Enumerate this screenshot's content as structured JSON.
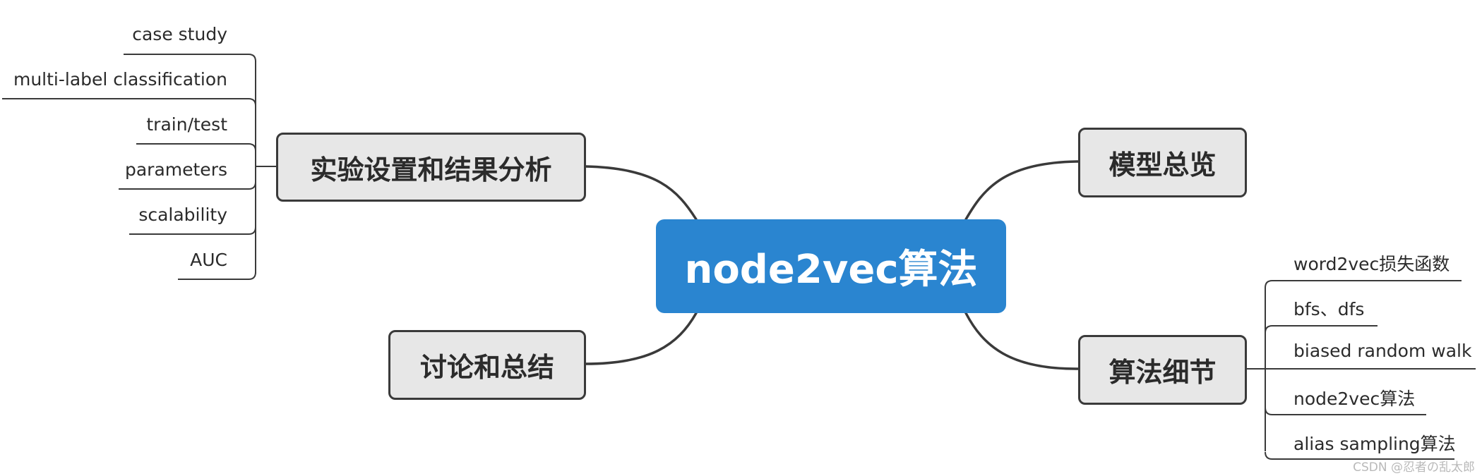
{
  "center": {
    "label": "node2vec算法"
  },
  "branches": {
    "experiment": {
      "label": "实验设置和结果分析",
      "children": [
        "case study",
        "multi-label classification",
        "train/test",
        "parameters",
        "scalability",
        "AUC"
      ]
    },
    "overview": {
      "label": "模型总览"
    },
    "discussion": {
      "label": "讨论和总结"
    },
    "details": {
      "label": "算法细节",
      "children": [
        "word2vec损失函数",
        "bfs、dfs",
        "biased random walk",
        "node2vec算法",
        "alias sampling算法"
      ]
    }
  },
  "watermark": "CSDN @忍者の乱太郎",
  "colors": {
    "center_fill": "#2a85d0",
    "branch_fill": "#e7e7e7",
    "line": "#3a3a3a"
  }
}
